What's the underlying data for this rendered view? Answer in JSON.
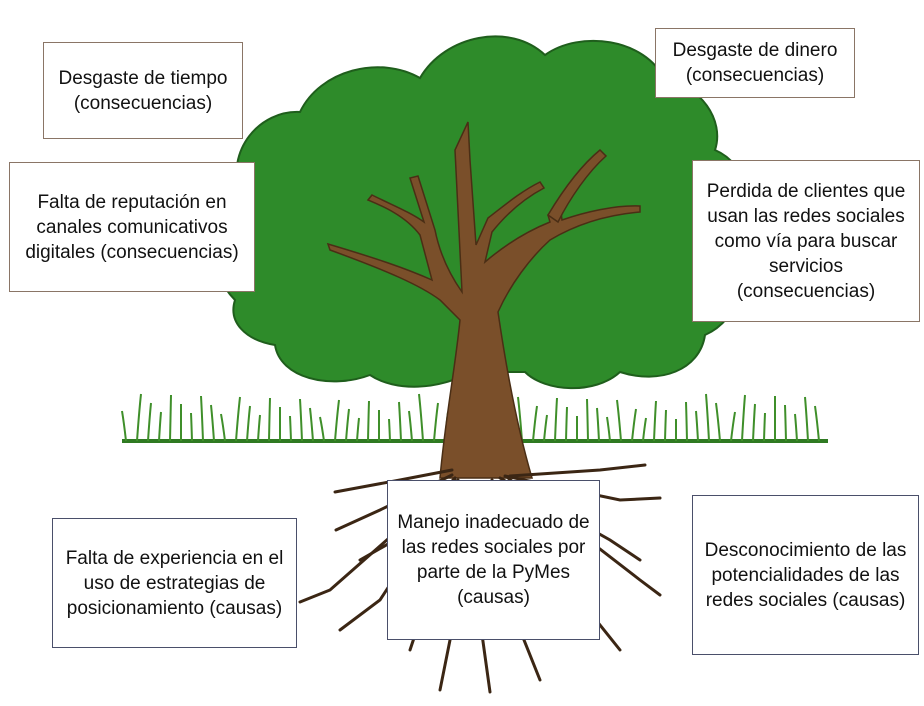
{
  "diagram": {
    "colors": {
      "canopy": "#2e8b2a",
      "canopy_outline": "#1f5e1c",
      "trunk": "#7a4f2a",
      "trunk_outline": "#4a2e15",
      "grass": "#3f8f2a",
      "ground_line": "#2f7a22",
      "roots": "#3b2614",
      "box_border_consequence": "#8a7566",
      "box_border_cause": "#4a4f6a"
    },
    "consequences": [
      {
        "id": "time",
        "text": "Desgaste de tiempo (consecuencias)"
      },
      {
        "id": "money",
        "text": "Desgaste de dinero (consecuencias)"
      },
      {
        "id": "reputation",
        "text": "Falta de reputación en canales comunicativos digitales (consecuencias)"
      },
      {
        "id": "clients",
        "text": "Perdida de clientes que usan las redes sociales como vía para buscar servicios (consecuencias)"
      }
    ],
    "causes": [
      {
        "id": "experience",
        "text": "Falta de experiencia en el uso de estrategias de posicionamiento (causas)"
      },
      {
        "id": "management",
        "text": "Manejo inadecuado de las redes sociales por parte de la PyMes (causas)"
      },
      {
        "id": "ignorance",
        "text": "Desconocimiento de las potencialidades de las redes sociales (causas)"
      }
    ]
  }
}
